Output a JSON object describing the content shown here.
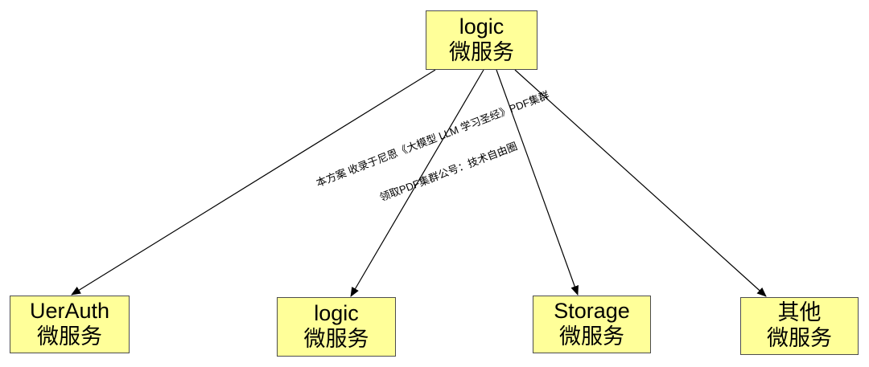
{
  "diagram": {
    "root": {
      "line1": "logic",
      "line2": "微服务"
    },
    "children": [
      {
        "id": "auth",
        "line1": "UerAuth",
        "line2": "微服务"
      },
      {
        "id": "logic",
        "line1": "logic",
        "line2": "微服务"
      },
      {
        "id": "storage",
        "line1": "Storage",
        "line2": "微服务"
      },
      {
        "id": "other",
        "line1": "其他",
        "line2": "微服务"
      }
    ],
    "edges": [
      {
        "from": "root",
        "to": "auth"
      },
      {
        "from": "root",
        "to": "logic"
      },
      {
        "from": "root",
        "to": "storage"
      },
      {
        "from": "root",
        "to": "other"
      }
    ],
    "node_fill": "#ffff99",
    "node_border": "#4d4d4d"
  },
  "watermark": {
    "line1": "本方案 收录于尼恩《大模型 LLM 学习圣经》PDF集群",
    "line2": "领取PDF集群公号：技术自由圈"
  }
}
